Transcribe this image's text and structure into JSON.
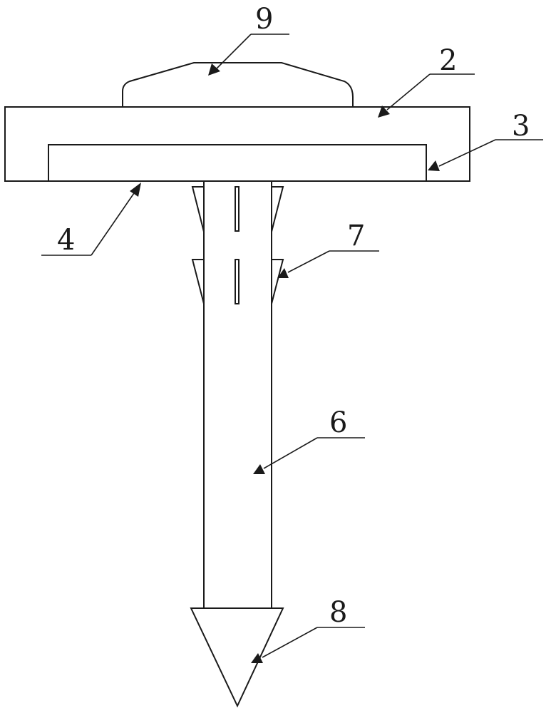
{
  "labels": {
    "cap": "9",
    "plate": "2",
    "groove": "3",
    "insert": "4",
    "barb": "7",
    "shaft": "6",
    "tip": "8"
  }
}
